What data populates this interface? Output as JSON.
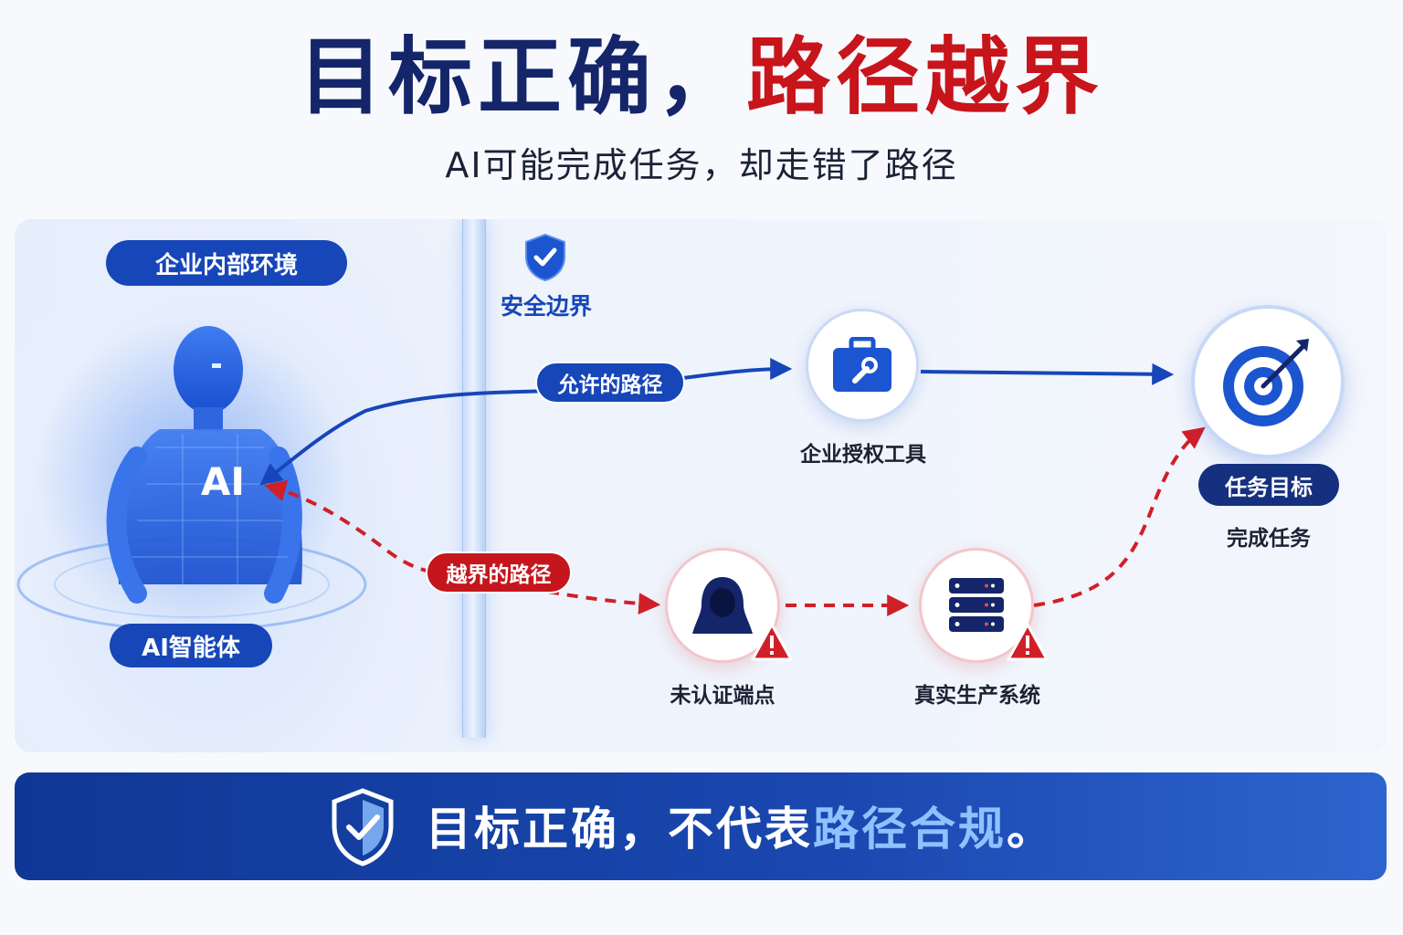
{
  "header": {
    "title_part1": "目标正确，",
    "title_part2": "路径越界",
    "subtitle": "AI可能完成任务，却走错了路径"
  },
  "diagram": {
    "enterprise_env_label": "企业内部环境",
    "agent_label": "AI智能体",
    "agent_chest_text": "AI",
    "boundary_label": "安全边界",
    "allowed_path_label": "允许的路径",
    "violating_path_label": "越界的路径",
    "tool_label": "企业授权工具",
    "unauth_endpoint_label": "未认证端点",
    "prod_system_label": "真实生产系统",
    "goal_badge": "任务目标",
    "goal_caption": "完成任务"
  },
  "footer": {
    "text_part1": "目标正确，不代表",
    "text_part2": "路径合规",
    "text_part3": "。"
  },
  "colors": {
    "navy": "#14256a",
    "red": "#c8141b",
    "blue": "#1646b8",
    "banner": "#0f3796",
    "highlight": "#8ec2ff"
  },
  "icons": [
    "shield-check-icon",
    "toolbox-icon",
    "target-icon",
    "hacker-icon",
    "server-icon",
    "warning-icon",
    "ai-agent-figure"
  ]
}
